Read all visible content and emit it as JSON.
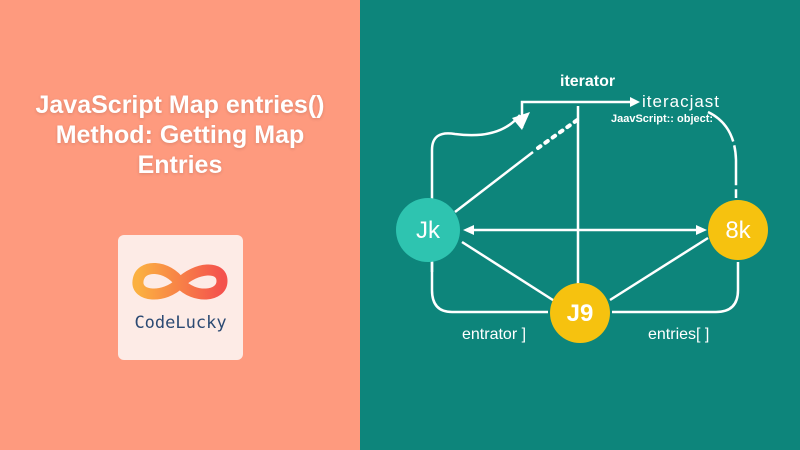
{
  "title": "JavaScript Map entries() Method: Getting Map Entries",
  "title_lines": [
    "JavaScript Map entries()",
    "Method: Getting Map",
    "Entries"
  ],
  "logo": {
    "brand": "CodeLucky"
  },
  "diagram": {
    "top_label": "iterator",
    "arrow_label": "iteracjast",
    "sub_label": "JaavScript:: object:",
    "nodes": [
      {
        "id": "left",
        "label": "Jk",
        "color": "#2ec4b0"
      },
      {
        "id": "right",
        "label": "8k",
        "color": "#f6c20f"
      },
      {
        "id": "bottom",
        "label": "J9",
        "color": "#f6c20f"
      }
    ],
    "bottom_left_label": "entrator ]",
    "bottom_right_label": "entries[ ]"
  },
  "colors": {
    "left_bg": "#fe9a7e",
    "right_bg": "#0d857b",
    "text": "#ffffff"
  }
}
